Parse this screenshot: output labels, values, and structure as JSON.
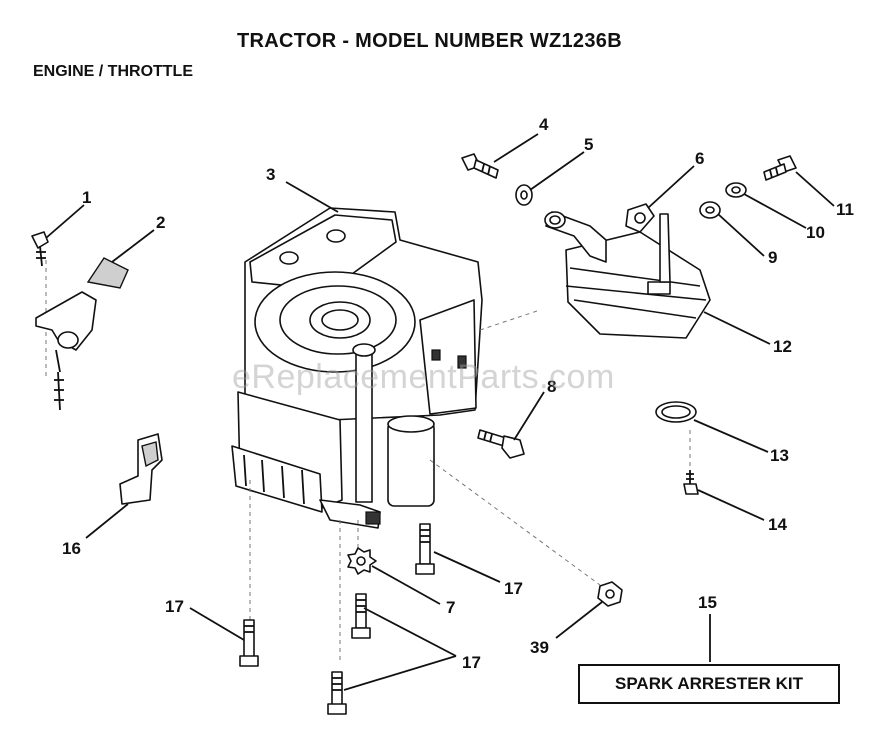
{
  "header": {
    "title": "TRACTOR  - MODEL NUMBER WZ1236B",
    "subtitle": "ENGINE / THROTTLE"
  },
  "watermark": "eReplacementParts.com",
  "kit_label": "SPARK ARRESTER KIT",
  "callouts": {
    "c1": "1",
    "c2": "2",
    "c3": "3",
    "c4": "4",
    "c5": "5",
    "c6": "6",
    "c7": "7",
    "c8": "8",
    "c9": "9",
    "c10": "10",
    "c11": "11",
    "c12": "12",
    "c13": "13",
    "c14": "14",
    "c15": "15",
    "c16": "16",
    "c17a": "17",
    "c17b": "17",
    "c17c": "17",
    "c39": "39"
  }
}
